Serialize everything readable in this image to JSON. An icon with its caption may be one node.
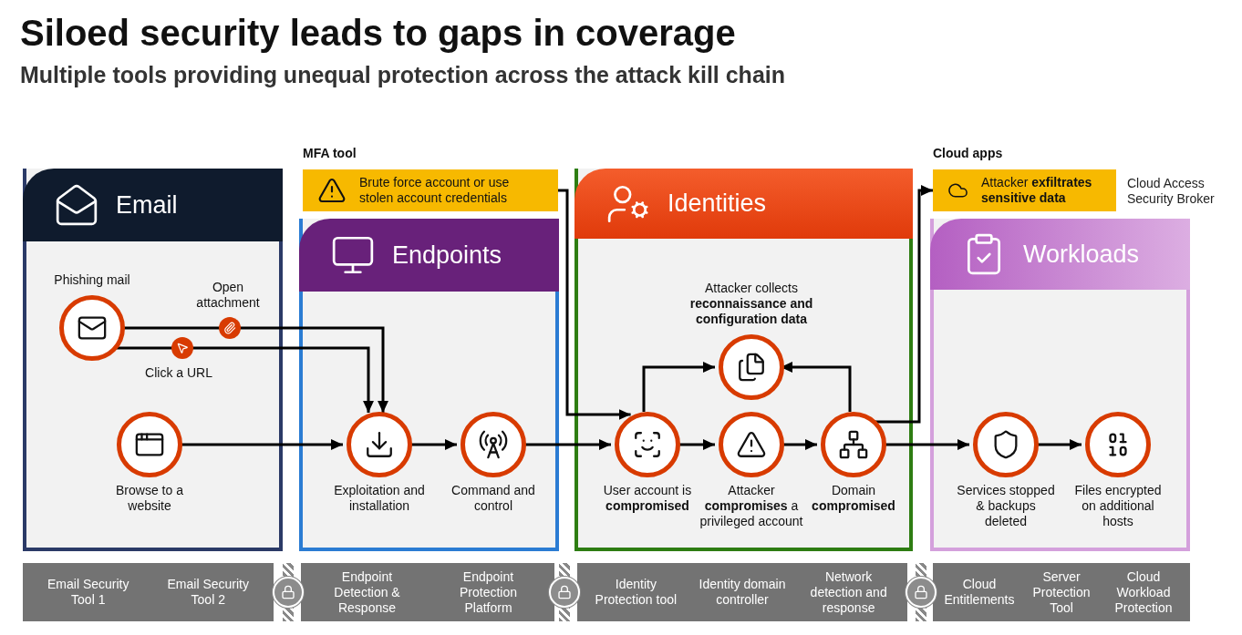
{
  "diagram": {
    "title": "Siloed security leads to gaps in coverage",
    "nodes": [
      {
        "text": [
          "Email"
        ]
      },
      {
        "text": [
          "Endpoints"
        ]
      },
      {
        "text": [
          "Identities"
        ]
      },
      {
        "text": [
          "Workloads"
        ]
      },
      {
        "text": [
          "MFA tool",
          "Brute force account or use stolen account credentials"
        ]
      },
      {
        "text": [
          "Cloud apps",
          "Attacker **exfiltrates sensitive data**"
        ],
        "beside": [
          "Cloud Access Security Broker"
        ]
      },
      {
        "text": [
          "Phishing mail"
        ],
        "in": 0
      },
      {
        "text": [
          "Browse to a website"
        ],
        "in": 0
      },
      {
        "text": [
          "Exploitation and installation"
        ],
        "in": 1
      },
      {
        "text": [
          "Command and control"
        ],
        "in": 1
      },
      {
        "text": [
          "Attacker collects **reconnaissance and configuration data**"
        ],
        "in": 2
      },
      {
        "text": [
          "User account is **compromised**"
        ],
        "in": 2
      },
      {
        "text": [
          "Attacker **compromises** a privileged account"
        ],
        "in": 2
      },
      {
        "text": [
          "Domain **compromised**"
        ],
        "in": 2
      },
      {
        "text": [
          "Services stopped & backups deleted"
        ],
        "in": 3
      },
      {
        "text": [
          "Files encrypted on additional hosts"
        ],
        "in": 3
      },
      {
        "text": [
          "Email Security Tool 1",
          "Email Security Tool 2"
        ]
      },
      {
        "text": [
          "Endpoint Detection & Response",
          "Endpoint Protection Platform"
        ]
      },
      {
        "text": [
          "Identity Protection tool",
          "Identity domain controller",
          "Network detection and response"
        ]
      },
      {
        "text": [
          "Cloud Entitlements",
          "Server Protection Tool",
          "Cloud Workload Protection"
        ]
      }
    ],
    "edges": [
      {
        "from": 6,
        "to": 8,
        "arrow": "to",
        "label": "Open attachment"
      },
      {
        "from": 6,
        "to": 8,
        "arrow": "to",
        "label": "Click a URL"
      },
      {
        "from": 7,
        "to": 8,
        "arrow": "to"
      },
      {
        "from": 8,
        "to": 9,
        "arrow": "to"
      },
      {
        "from": 9,
        "to": 11,
        "arrow": "to"
      },
      {
        "from": 4,
        "to": 11,
        "arrow": "to"
      },
      {
        "from": 11,
        "to": 10,
        "arrow": "to"
      },
      {
        "from": 13,
        "to": 10,
        "arrow": "to"
      },
      {
        "from": 11,
        "to": 12,
        "arrow": "to"
      },
      {
        "from": 12,
        "to": 13,
        "arrow": "to"
      },
      {
        "from": 13,
        "to": 5,
        "arrow": "to"
      },
      {
        "from": 13,
        "to": 14,
        "arrow": "to"
      },
      {
        "from": 14,
        "to": 15,
        "arrow": "to"
      }
    ],
    "labels": [
      "Multiple tools providing unequal protection across the attack kill chain"
    ]
  }
}
